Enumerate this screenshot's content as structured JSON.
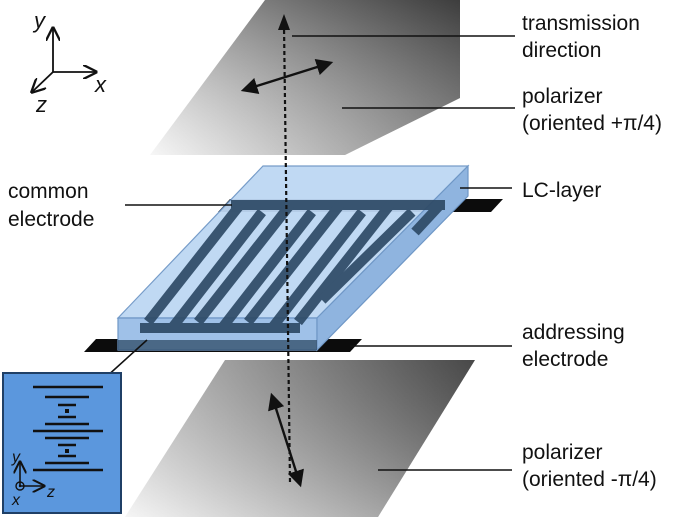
{
  "labels": {
    "transmission_line1": "transmission",
    "transmission_line2": "direction",
    "top_polarizer_line1": "polarizer",
    "top_polarizer_line2": "(oriented +π/4)",
    "common_line1": "common",
    "common_line2": "electrode",
    "lc_layer": "LC-layer",
    "addressing_line1": "addressing",
    "addressing_line2": "electrode",
    "bottom_polarizer_line1": "polarizer",
    "bottom_polarizer_line2": "(oriented -π/4)"
  },
  "axes": {
    "y": "y",
    "x": "x",
    "z": "z"
  },
  "inset_axes": {
    "y": "y",
    "x": "x",
    "z": "z"
  },
  "colors": {
    "polarizer_dark": "#555555",
    "polarizer_light": "#f0f0f0",
    "lc_fill": "#bcd6f2",
    "lc_edge": "#6f97c6",
    "electrode": "#2c4660",
    "inset_bg": "#5b97dd"
  }
}
